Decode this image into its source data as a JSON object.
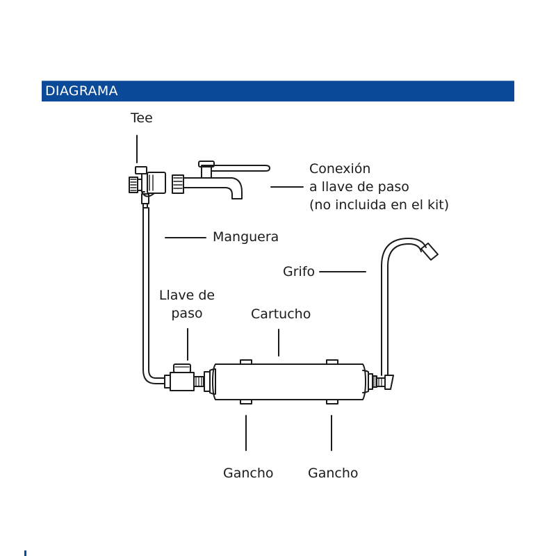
{
  "header": {
    "title": "DIAGRAMA",
    "color": "#0b4a99"
  },
  "labels": {
    "tee": "Tee",
    "conexion": [
      "Conexión",
      "a llave de paso",
      "(no incluida en el kit)"
    ],
    "manguera": "Manguera",
    "grifo": "Grifo",
    "llave_de_paso": [
      "Llave de",
      "paso"
    ],
    "cartucho": "Cartucho",
    "gancho_left": "Gancho",
    "gancho_right": "Gancho"
  },
  "icons": [
    "tee-fitting-icon",
    "wall-tap-icon",
    "faucet-icon",
    "shutoff-valve-icon",
    "filter-cartridge-icon",
    "hook-icon"
  ]
}
